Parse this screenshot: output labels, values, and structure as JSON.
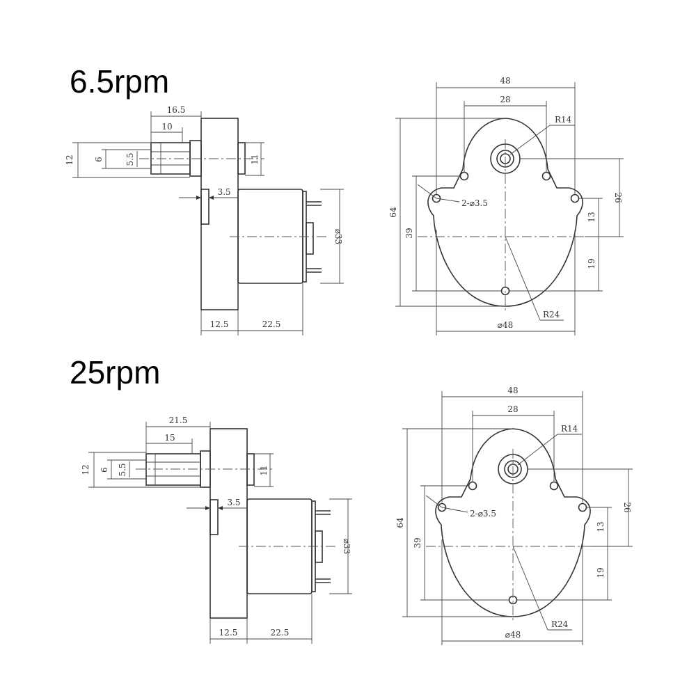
{
  "drawings": [
    {
      "title": "6.5rpm",
      "side": {
        "overall_shaft": "16.5",
        "shaft_len": "10",
        "d12": "12",
        "d6": "6",
        "d55": "5.5",
        "d11": "11",
        "d35": "3.5",
        "d33": "⌀33",
        "d125": "12.5",
        "d225": "22.5"
      },
      "front": {
        "w48": "48",
        "w28": "28",
        "r14": "R14",
        "holes": "2-⌀3.5",
        "h64": "64",
        "h39": "39",
        "h26": "26",
        "h13": "13",
        "h19": "19",
        "r24": "R24",
        "dia48": "⌀48"
      }
    },
    {
      "title": "25rpm",
      "side": {
        "overall_shaft": "21.5",
        "shaft_len": "15",
        "d12": "12",
        "d6": "6",
        "d55": "5.5",
        "d11": "11",
        "d35": "3.5",
        "d33": "⌀33",
        "d125": "12.5",
        "d225": "22.5"
      },
      "front": {
        "w48": "48",
        "w28": "28",
        "r14": "R14",
        "holes": "2-⌀3.5",
        "h64": "64",
        "h39": "39",
        "h26": "26",
        "h13": "13",
        "h19": "19",
        "r24": "R24",
        "dia48": "⌀48"
      }
    }
  ]
}
